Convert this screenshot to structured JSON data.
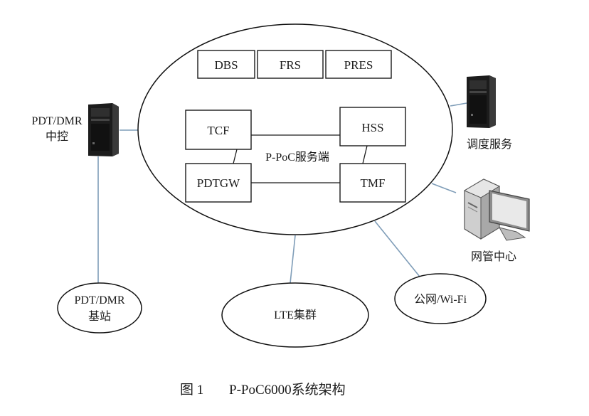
{
  "diagram": {
    "core": {
      "label": "P-PoC服务端",
      "top_modules": [
        "DBS",
        "FRS",
        "PRES"
      ],
      "modules": {
        "tcf": "TCF",
        "hss": "HSS",
        "pdtgw": "PDTGW",
        "tmf": "TMF"
      }
    },
    "nodes": {
      "pdt_dmr_control": {
        "line1": "PDT/DMR",
        "line2": "中控",
        "icon": "server-tower-icon"
      },
      "dispatch_service": {
        "label": "调度服务",
        "icon": "server-tower-icon"
      },
      "nms_center": {
        "label": "网管中心",
        "icon": "desktop-computer-icon"
      },
      "pdt_dmr_base": {
        "line1": "PDT/DMR",
        "line2": "基站"
      },
      "lte_cluster": {
        "label": "LTE集群"
      },
      "public_wifi": {
        "label": "公网/Wi-Fi"
      }
    },
    "caption": {
      "figure": "图 1",
      "title": "P-PoC6000系统架构"
    },
    "colors": {
      "link": "#7f9db8",
      "outline": "#1a1a1a"
    }
  }
}
